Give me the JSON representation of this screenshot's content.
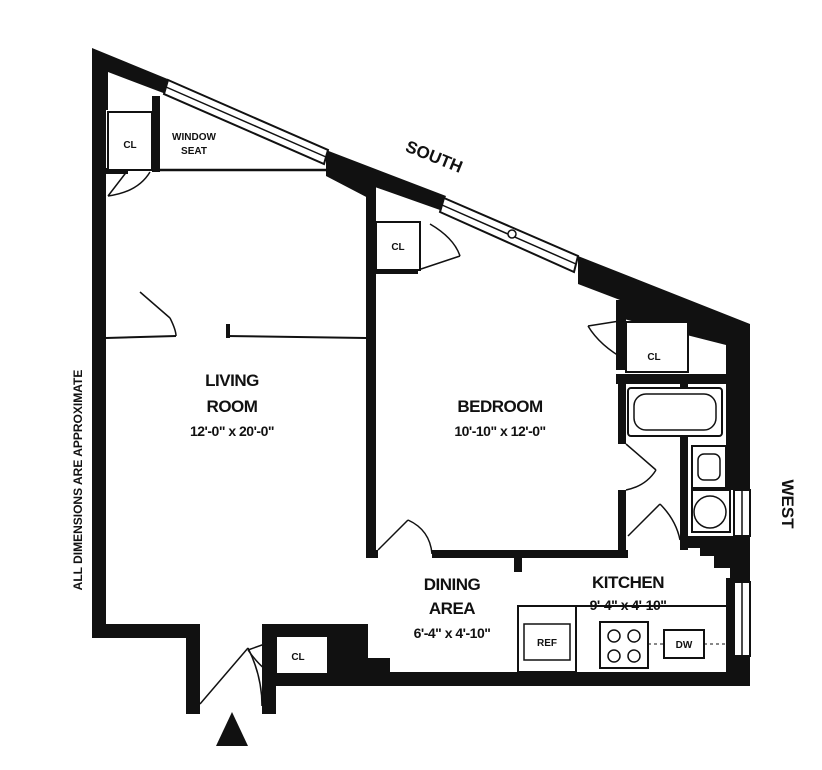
{
  "compass": {
    "south": "SOUTH",
    "west": "WEST"
  },
  "disclaimer": "ALL DIMENSIONS ARE APPROXIMATE",
  "rooms": {
    "living_room": {
      "name_line1": "LIVING",
      "name_line2": "ROOM",
      "dimensions": "12'-0\" x 20'-0\""
    },
    "bedroom": {
      "name": "BEDROOM",
      "dimensions": "10'-10\" x 12'-0\""
    },
    "dining_area": {
      "name_line1": "DINING",
      "name_line2": "AREA",
      "dimensions": "6'-4\" x 4'-10\""
    },
    "kitchen": {
      "name": "KITCHEN",
      "dimensions": "9'-4\" x 4'-10\""
    }
  },
  "features": {
    "window_seat_line1": "WINDOW",
    "window_seat_line2": "SEAT",
    "closet": "CL",
    "refrigerator": "REF",
    "dishwasher": "DW"
  },
  "colors": {
    "wall": "#111111",
    "background": "#ffffff"
  }
}
